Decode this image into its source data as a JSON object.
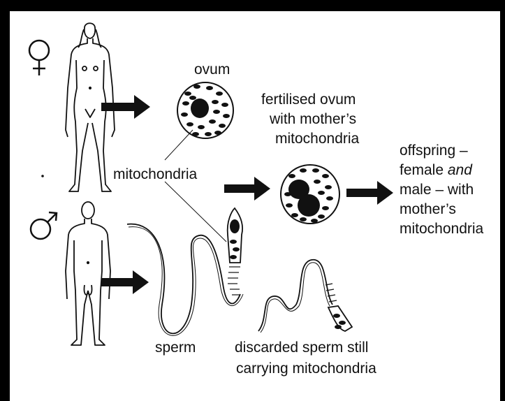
{
  "symbols": {
    "female": "♀",
    "male": "♂"
  },
  "labels": {
    "ovum": "ovum",
    "mitochondria": "mitochondria",
    "fertilised_line1": "fertilised ovum",
    "fertilised_line2": "with mother’s",
    "fertilised_line3": "mitochondria",
    "offspring_line1": "offspring –",
    "offspring_line2_a": "female ",
    "offspring_line2_b": "and",
    "offspring_line3": "male – with",
    "offspring_line4": "mother’s",
    "offspring_line5": "mitochondria",
    "sperm": "sperm",
    "discarded_line1": "discarded sperm still",
    "discarded_line2": "carrying mitochondria"
  },
  "icons": [
    "female-symbol-icon",
    "male-symbol-icon",
    "woman-figure-icon",
    "man-figure-icon",
    "ovum-icon",
    "fertilised-ovum-icon",
    "sperm-icon",
    "discarded-sperm-icon",
    "arrow-icon"
  ],
  "colors": {
    "ink": "#111111",
    "background": "#ffffff",
    "border": "#000000"
  }
}
